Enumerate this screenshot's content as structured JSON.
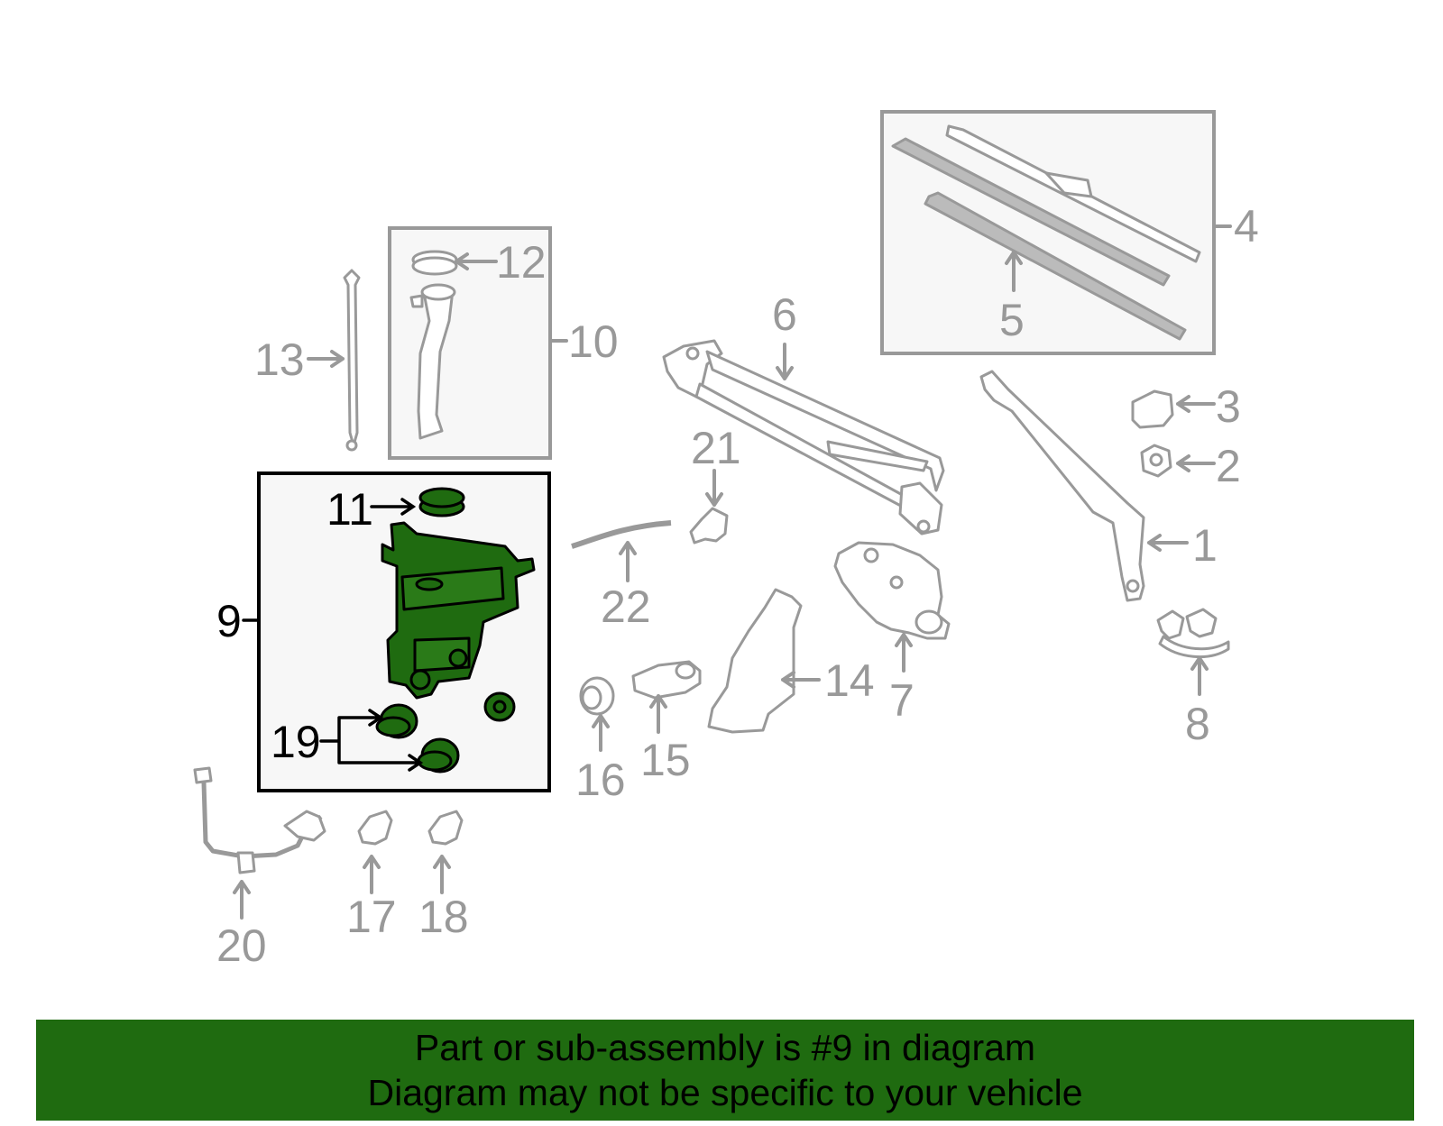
{
  "callouts": {
    "c1": "1",
    "c2": "2",
    "c3": "3",
    "c4": "4",
    "c5": "5",
    "c6": "6",
    "c7": "7",
    "c8": "8",
    "c9": "9",
    "c10": "10",
    "c11": "11",
    "c12": "12",
    "c13": "13",
    "c14": "14",
    "c15": "15",
    "c16": "16",
    "c17": "17",
    "c18": "18",
    "c19": "19",
    "c20": "20",
    "c21": "21",
    "c22": "22"
  },
  "highlight": {
    "part": "9",
    "color": "#1f6b10"
  },
  "colors": {
    "part_line": "#999999",
    "box_fill": "#f7f7f7",
    "banner": "#1f6b10"
  },
  "footer": {
    "line1": "Part or sub-assembly is #9 in diagram",
    "line2": "Diagram may not be specific to your vehicle"
  }
}
